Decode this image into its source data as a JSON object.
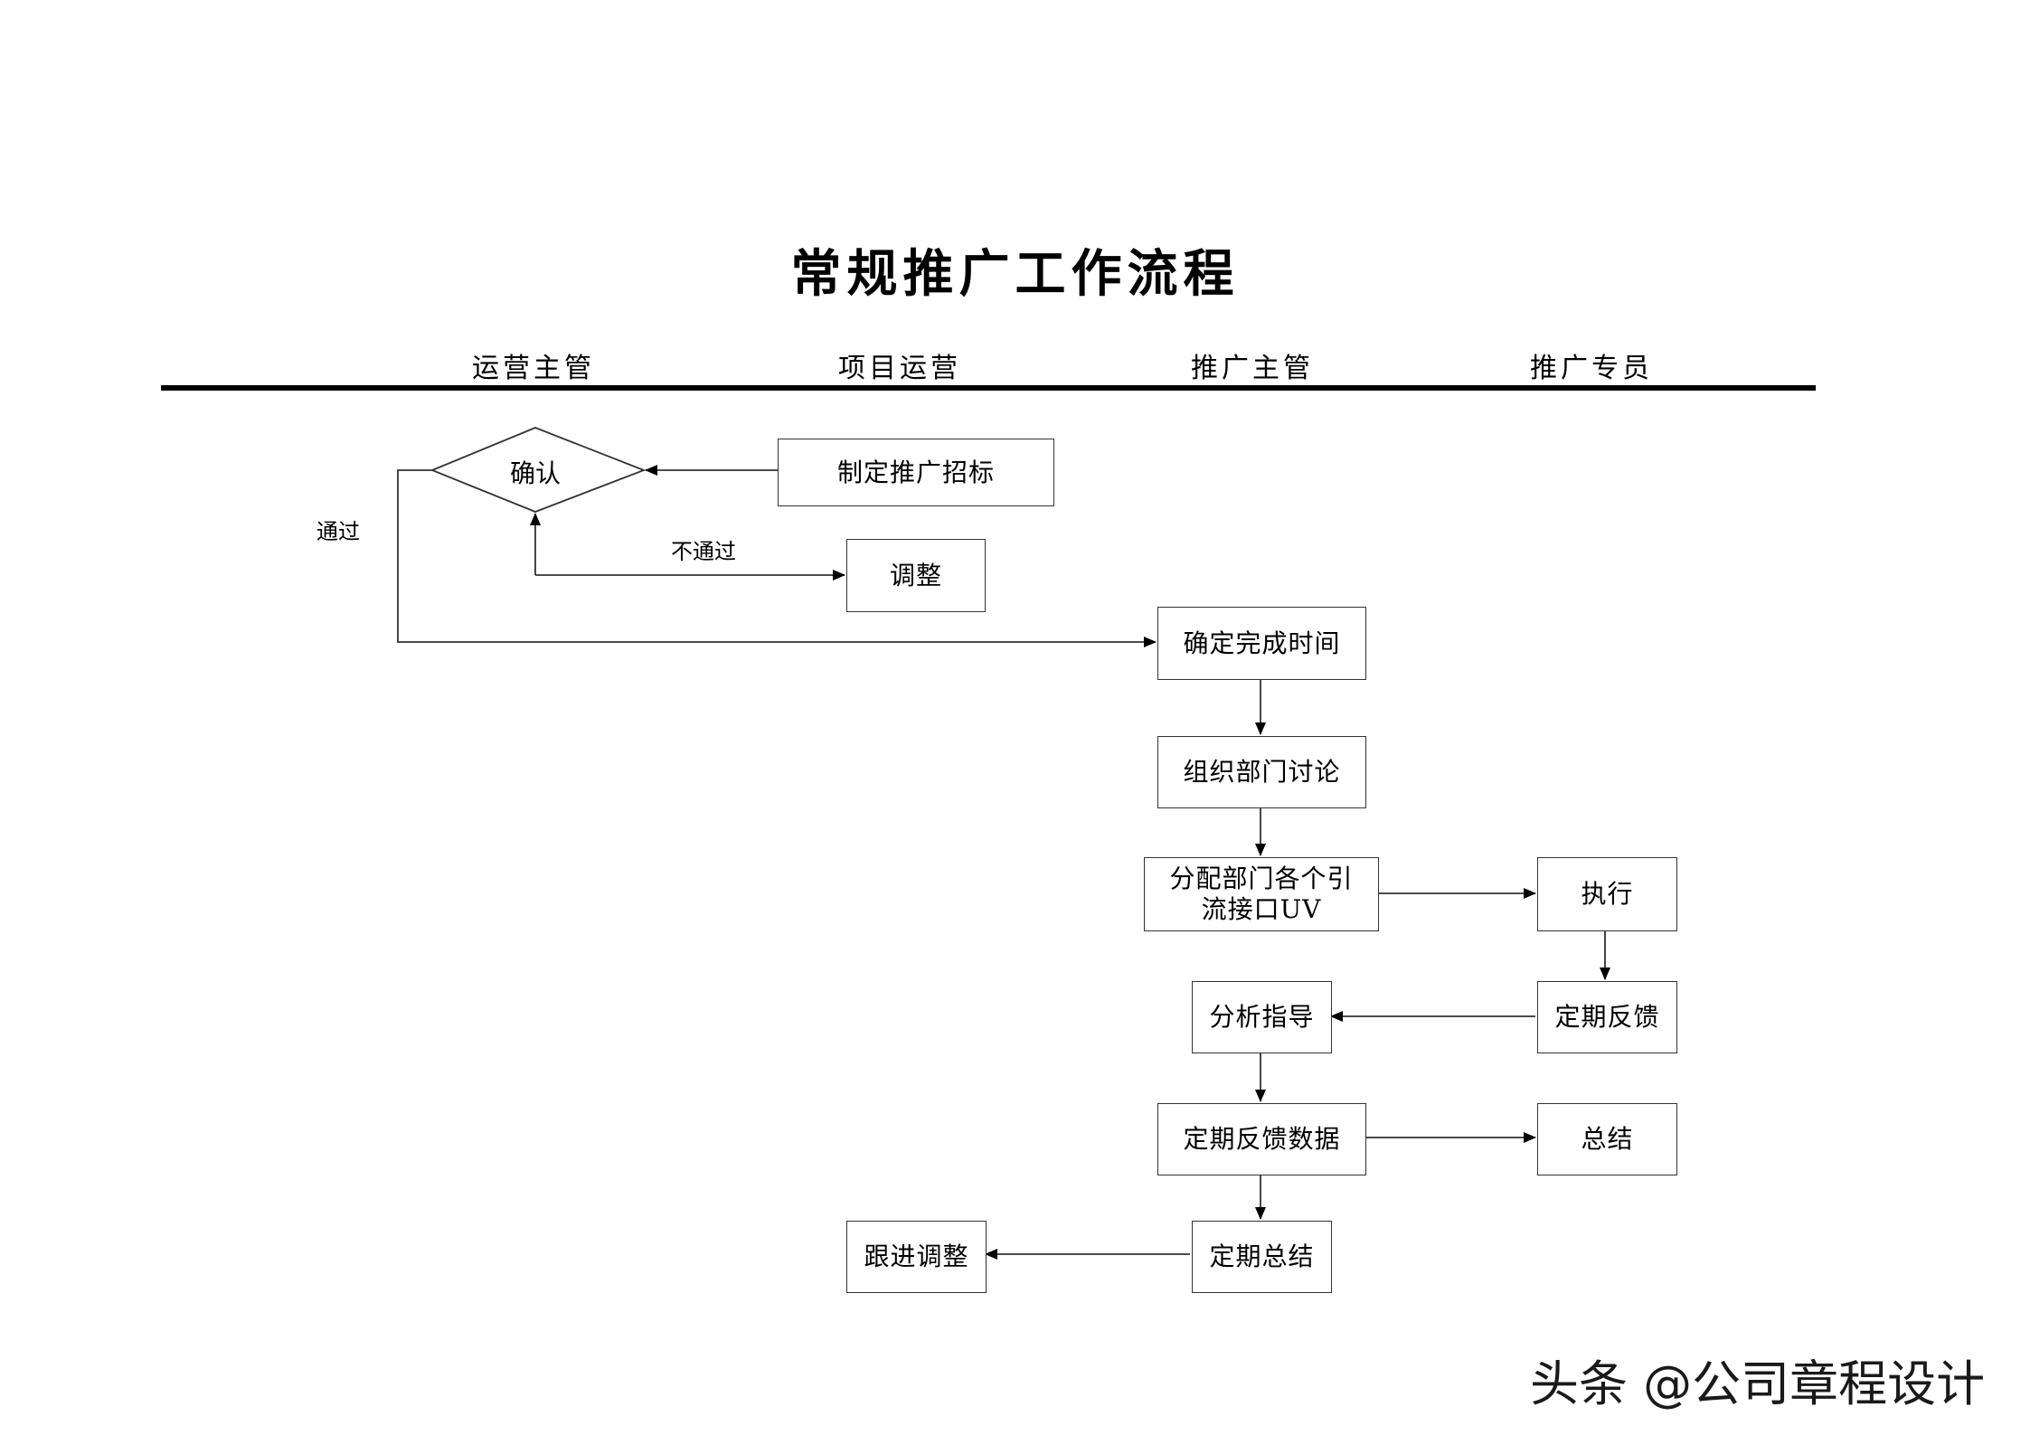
{
  "title": "常规推广工作流程",
  "lanes": [
    "运营主管",
    "项目运营",
    "推广主管",
    "推广专员"
  ],
  "nodes": {
    "confirm": "确认",
    "make_bid": "制定推广招标",
    "adjust": "调整",
    "set_time": "确定完成时间",
    "dept_discuss": "组织部门讨论",
    "assign_uv": "分配部门各个引\n流接口UV",
    "execute": "执行",
    "feedback": "定期反馈",
    "analysis": "分析指导",
    "feedback_data": "定期反馈数据",
    "summary": "总结",
    "periodic_summary": "定期总结",
    "follow_adjust": "跟进调整"
  },
  "edge_labels": {
    "pass": "通过",
    "fail": "不通过"
  },
  "watermark": "头条 @公司章程设计"
}
